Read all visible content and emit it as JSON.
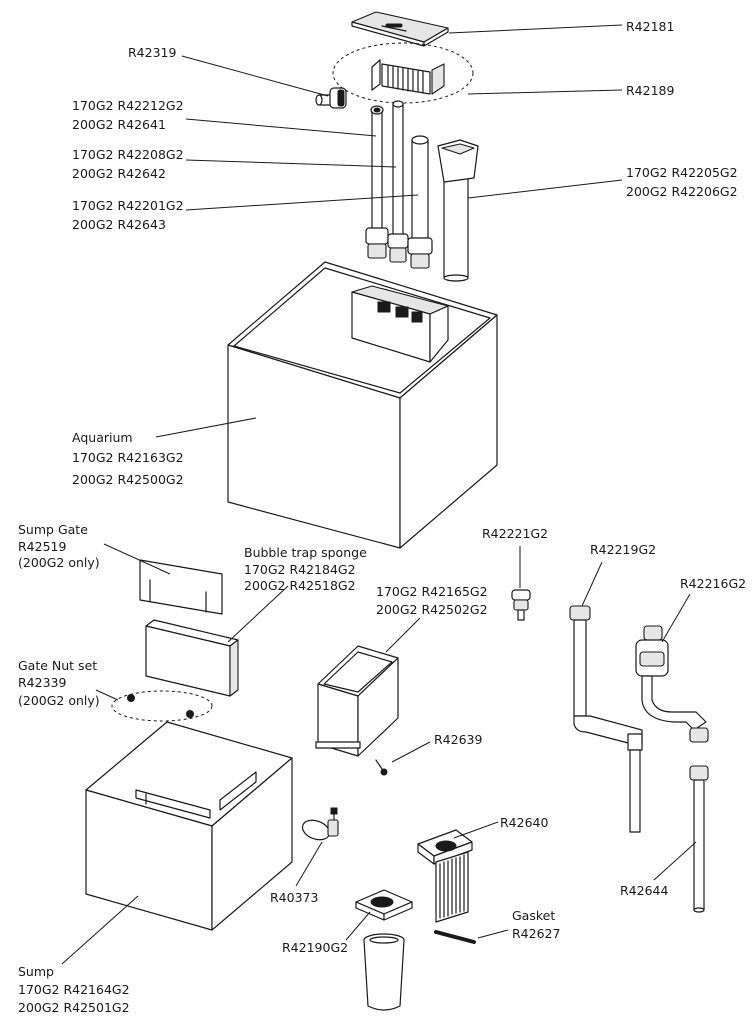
{
  "labels": {
    "r42181": "R42181",
    "r42319": "R42319",
    "r42189": "R42189",
    "tube1_a": "170G2 R42212G2",
    "tube1_b": "200G2 R42641",
    "tube2_a": "170G2 R42208G2",
    "tube2_b": "200G2 R42642",
    "tube3_a": "170G2 R42201G2",
    "tube3_b": "200G2 R42643",
    "tower_a": "170G2 R42205G2",
    "tower_b": "200G2 R42206G2",
    "aquarium_title": "Aquarium",
    "aquarium_a": "170G2 R42163G2",
    "aquarium_b": "200G2 R42500G2",
    "sump_gate_title": "Sump Gate",
    "sump_gate_part": "R42519",
    "sump_gate_note": "(200G2 only)",
    "sponge_title": "Bubble trap sponge",
    "sponge_a": "170G2 R42184G2",
    "sponge_b": "200G2 R42518G2",
    "gate_nut_title": "Gate Nut set",
    "gate_nut_part": "R42339",
    "gate_nut_note": "(200G2 only)",
    "r42221g2": "R42221G2",
    "r42219g2": "R42219G2",
    "r42216g2": "R42216G2",
    "box_a": "170G2 R42165G2",
    "box_b": "200G2 R42502G2",
    "r42639": "R42639",
    "r42640": "R42640",
    "r40373": "R40373",
    "r42644": "R42644",
    "gasket_title": "Gasket",
    "gasket_part": "R42627",
    "r42190g2": "R42190G2",
    "sump_title": "Sump",
    "sump_a": "170G2 R42164G2",
    "sump_b": "200G2 R42501G2"
  }
}
